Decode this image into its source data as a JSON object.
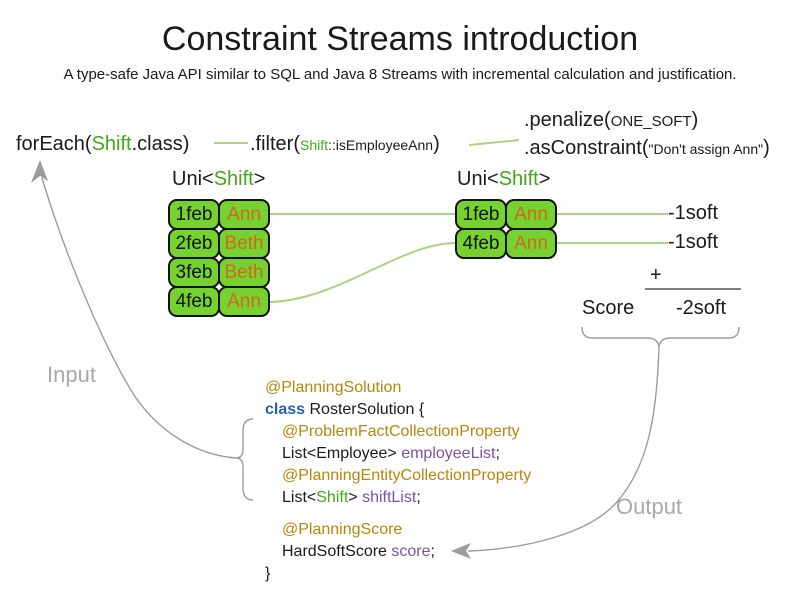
{
  "header": {
    "title": "Constraint Streams introduction",
    "subtitle": "A type-safe Java API similar to SQL and Java 8 Streams with incremental calculation and justification."
  },
  "pipeline": {
    "foreach": {
      "pre": "forEach(",
      "cls": "Shift",
      "post": ".class)"
    },
    "filter": {
      "pre": ".filter(",
      "arg_cls": "Shift",
      "arg_rest": "::isEmployeeAnn",
      "post": ")"
    },
    "penalize": {
      "pre": ".penalize(",
      "arg": "ONE_SOFT",
      "post": ")"
    },
    "as_constraint": {
      "pre": ".asConstraint(",
      "arg": "\"Don't assign Ann\"",
      "post": ")"
    }
  },
  "streams": {
    "left": {
      "label": {
        "pre": "Uni<",
        "cls": "Shift",
        "post": ">"
      },
      "rows": [
        {
          "date": "1feb",
          "employee": "Ann"
        },
        {
          "date": "2feb",
          "employee": "Beth"
        },
        {
          "date": "3feb",
          "employee": "Beth"
        },
        {
          "date": "4feb",
          "employee": "Ann"
        }
      ]
    },
    "right": {
      "label": {
        "pre": "Uni<",
        "cls": "Shift",
        "post": ">"
      },
      "rows": [
        {
          "date": "1feb",
          "employee": "Ann"
        },
        {
          "date": "4feb",
          "employee": "Ann"
        }
      ]
    }
  },
  "scores": {
    "matches": [
      "-1soft",
      "-1soft"
    ],
    "plus": "+",
    "label": "Score",
    "total": "-2soft"
  },
  "labels": {
    "input": "Input",
    "output": "Output"
  },
  "code": {
    "lines": [
      {
        "indent": 0,
        "segments": [
          {
            "style": "annotation",
            "text": "@PlanningSolution"
          }
        ]
      },
      {
        "indent": 0,
        "segments": [
          {
            "style": "keyword",
            "text": "class"
          },
          {
            "style": "plain",
            "text": " RosterSolution {"
          }
        ]
      },
      {
        "indent": 1,
        "segments": [
          {
            "style": "annotation",
            "text": "@ProblemFactCollectionProperty"
          }
        ]
      },
      {
        "indent": 1,
        "segments": [
          {
            "style": "plain",
            "text": "List<Employee> "
          },
          {
            "style": "field",
            "text": "employeeList"
          },
          {
            "style": "plain",
            "text": ";"
          }
        ]
      },
      {
        "indent": 1,
        "segments": [
          {
            "style": "annotation",
            "text": "@PlanningEntityCollectionProperty"
          }
        ]
      },
      {
        "indent": 1,
        "segments": [
          {
            "style": "plain",
            "text": "List<"
          },
          {
            "style": "green",
            "text": "Shift"
          },
          {
            "style": "plain",
            "text": "> "
          },
          {
            "style": "field",
            "text": "shiftList"
          },
          {
            "style": "plain",
            "text": ";"
          }
        ]
      },
      {
        "indent": 0,
        "segments": []
      },
      {
        "indent": 1,
        "segments": [
          {
            "style": "annotation",
            "text": "@PlanningScore"
          }
        ]
      },
      {
        "indent": 1,
        "segments": [
          {
            "style": "plain",
            "text": "HardSoftScore "
          },
          {
            "style": "field",
            "text": "score"
          },
          {
            "style": "plain",
            "text": ";"
          }
        ]
      },
      {
        "indent": 0,
        "segments": [
          {
            "style": "plain",
            "text": "}"
          }
        ]
      }
    ]
  },
  "colors": {
    "green_fill": "#76D22E",
    "green_text": "#44A816",
    "green_line": "#A8D580",
    "orange": "#D2691E",
    "annotation": "#B8860B",
    "keyword": "#2A62A8",
    "field": "#7B52A5",
    "arrow_gray": "#9C9C9C",
    "label_gray": "#A8A8A8",
    "sum_line": "#7F7F7F",
    "text": "#1A1A1A"
  }
}
